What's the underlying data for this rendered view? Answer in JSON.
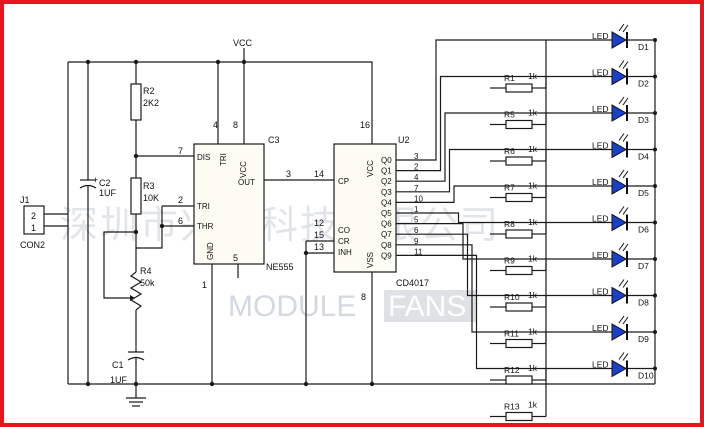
{
  "colors": {
    "frame": "#e8151c",
    "chip_fill": "#fcfcf2",
    "led_fill": "#1a3fc8",
    "wire": "#1a1a1a",
    "watermark": "#c3c8d2"
  },
  "power": {
    "vcc": "VCC"
  },
  "j1": {
    "ref": "J1",
    "part": "CON2",
    "pin2": "2",
    "pin1": "1"
  },
  "c2": {
    "ref": "C2",
    "value": "1UF",
    "plus": "+"
  },
  "r2": {
    "ref": "R2",
    "value": "2K2"
  },
  "r3": {
    "ref": "R3",
    "value": "10K"
  },
  "r4": {
    "ref": "R4",
    "value": "50k"
  },
  "c1": {
    "ref": "C1",
    "value": "1UF"
  },
  "ne555": {
    "ref": "C3",
    "part": "NE555",
    "labels": {
      "dis": "DIS",
      "tri_top": "TRI",
      "vcc": "VCC",
      "out": "OUT",
      "tri": "TRI",
      "thr": "THR",
      "gnd": "GND"
    },
    "pins": {
      "p4": "4",
      "p8": "8",
      "p7": "7",
      "p2": "2",
      "p6": "6",
      "p1": "1",
      "p5": "5",
      "p3": "3"
    }
  },
  "cd4017": {
    "ref": "U2",
    "part": "CD4017",
    "labels": {
      "cp": "CP",
      "vcc": "VCC",
      "co": "CO",
      "cr": "CR",
      "inh": "INH",
      "vss": "VSS"
    },
    "pins": {
      "p16": "16",
      "p14": "14",
      "p12": "12",
      "p15": "15",
      "p13": "13",
      "p8": "8"
    },
    "outputs": [
      {
        "name": "Q0",
        "pin": "3"
      },
      {
        "name": "Q1",
        "pin": "2"
      },
      {
        "name": "Q2",
        "pin": "4"
      },
      {
        "name": "Q3",
        "pin": "7"
      },
      {
        "name": "Q4",
        "pin": "10"
      },
      {
        "name": "Q5",
        "pin": "1"
      },
      {
        "name": "Q6",
        "pin": "5"
      },
      {
        "name": "Q7",
        "pin": "6"
      },
      {
        "name": "Q8",
        "pin": "9"
      },
      {
        "name": "Q9",
        "pin": "11"
      }
    ]
  },
  "resistors": [
    {
      "ref": "R1",
      "value": "1k"
    },
    {
      "ref": "R5",
      "value": "1k"
    },
    {
      "ref": "R6",
      "value": "1k"
    },
    {
      "ref": "R7",
      "value": "1k"
    },
    {
      "ref": "R8",
      "value": "1k"
    },
    {
      "ref": "R9",
      "value": "1k"
    },
    {
      "ref": "R10",
      "value": "1k"
    },
    {
      "ref": "R11",
      "value": "1k"
    },
    {
      "ref": "R12",
      "value": "1k"
    },
    {
      "ref": "R13",
      "value": "1k"
    }
  ],
  "leds": [
    {
      "ref": "D1",
      "label": "LED"
    },
    {
      "ref": "D2",
      "label": "LED"
    },
    {
      "ref": "D3",
      "label": "LED"
    },
    {
      "ref": "D4",
      "label": "LED"
    },
    {
      "ref": "D5",
      "label": "LED"
    },
    {
      "ref": "D6",
      "label": "LED"
    },
    {
      "ref": "D7",
      "label": "LED"
    },
    {
      "ref": "D8",
      "label": "LED"
    },
    {
      "ref": "D9",
      "label": "LED"
    },
    {
      "ref": "D10",
      "label": "LED"
    }
  ],
  "watermark": {
    "company": "深圳市兴派科技有限公司",
    "brand_a": "MODULE",
    "brand_b": "FANS"
  }
}
